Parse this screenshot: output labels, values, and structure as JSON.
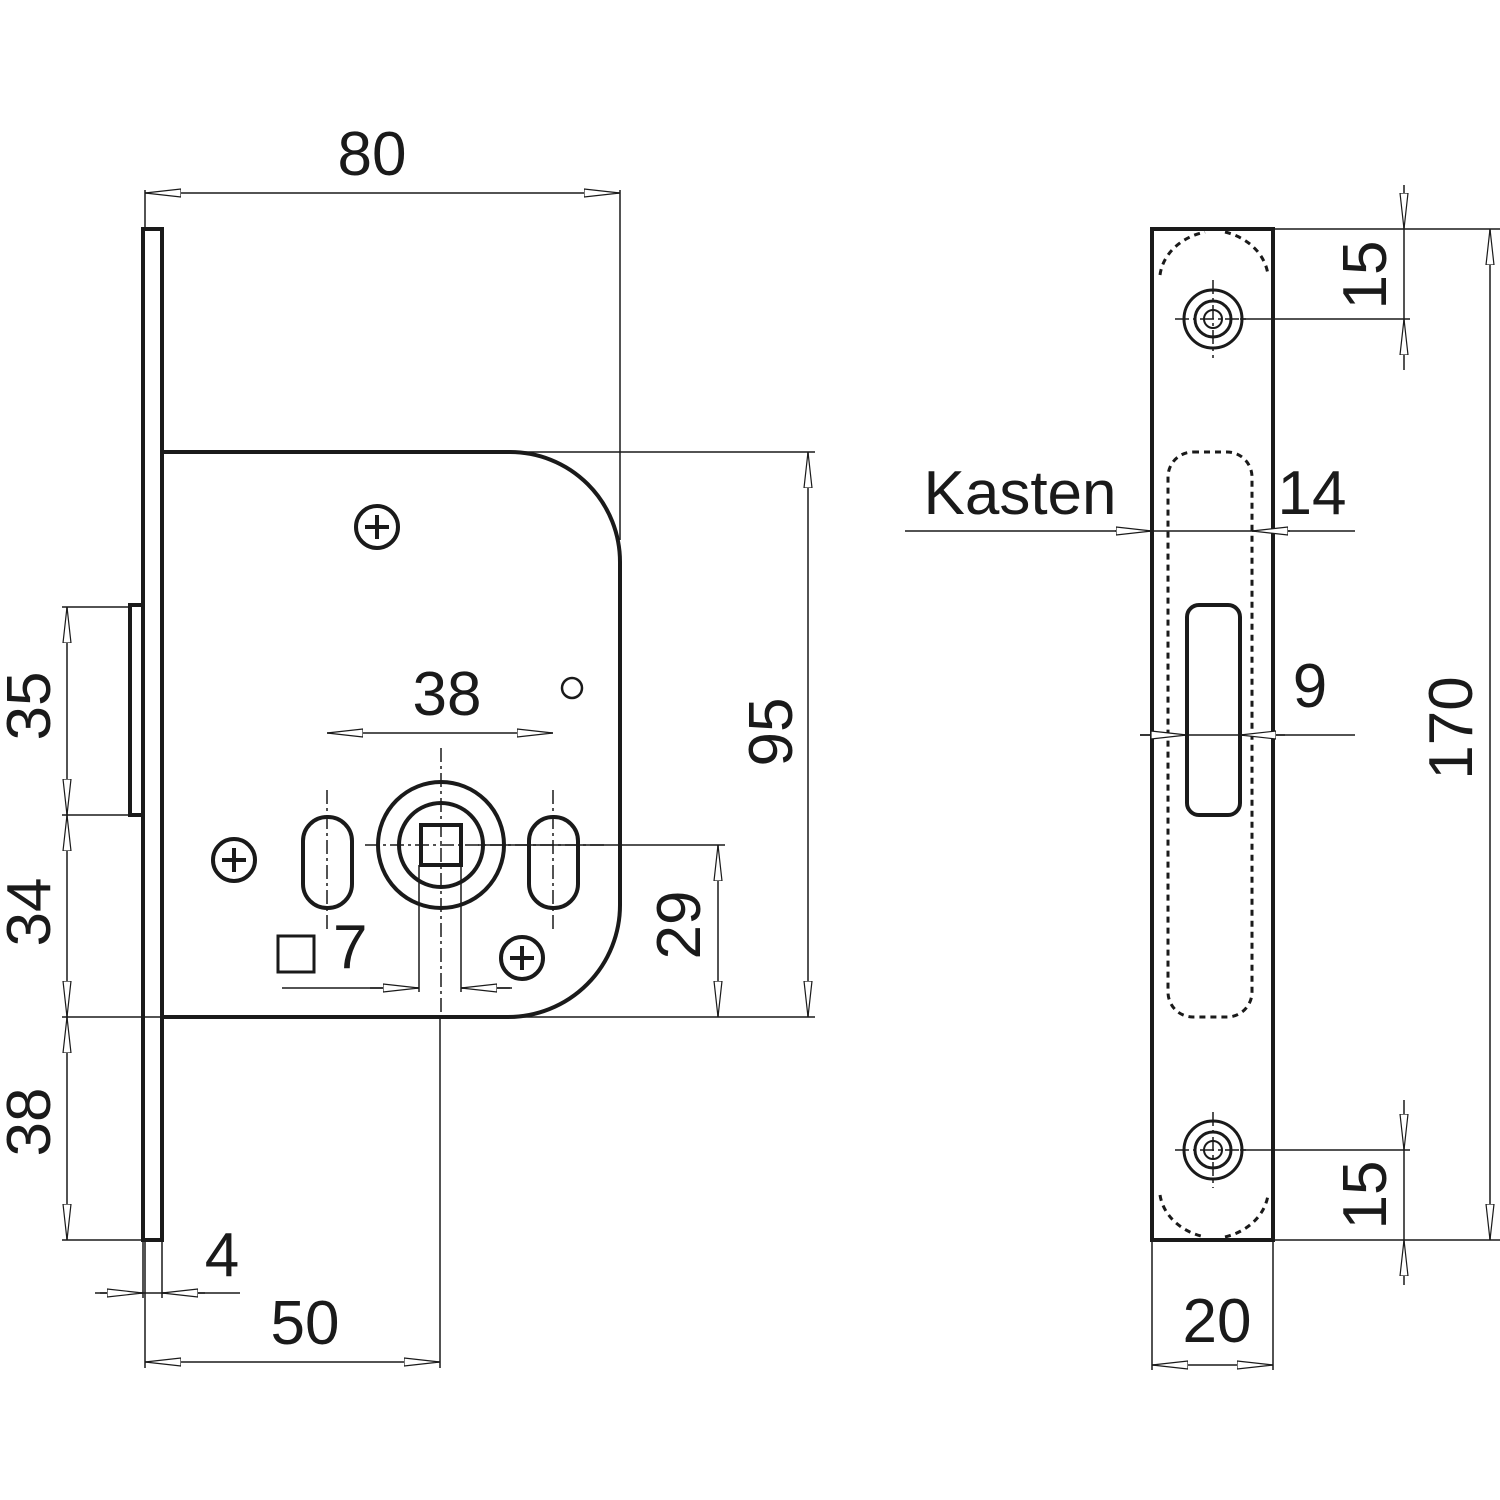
{
  "front_view": {
    "dim_width": "80",
    "dim_case_height": "95",
    "dim_latch": "35",
    "dim_latch_to_case": "34",
    "dim_case_to_bottom": "38",
    "dim_faceplate_thickness": "4",
    "dim_backset": "50",
    "dim_hole_spacing": "38",
    "dim_spindle_height": "29",
    "dim_spindle_square": "7"
  },
  "side_view": {
    "dim_top_screw": "15",
    "dim_bottom_screw": "15",
    "dim_total_height": "170",
    "dim_width": "20",
    "kasten_label": "Kasten",
    "dim_case_width": "14",
    "dim_slot_width": "9"
  },
  "colors": {
    "line": "#1a1a1a",
    "background": "#ffffff"
  }
}
